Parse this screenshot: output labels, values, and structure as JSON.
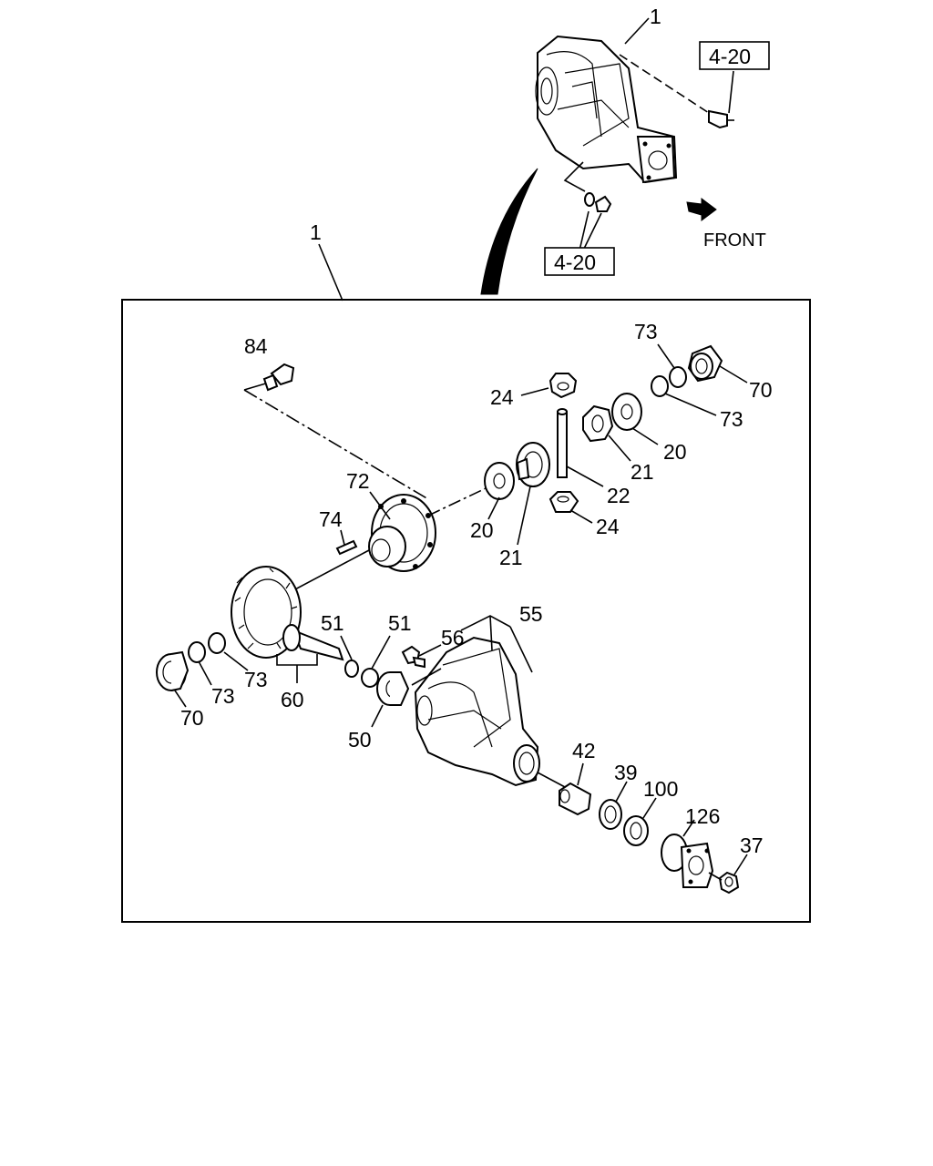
{
  "reference_boxes": {
    "top_right": "4-20",
    "bottom": "4-20"
  },
  "direction_label": "FRONT",
  "callouts": {
    "assembly_top": "1",
    "assembly_box": "1",
    "bolt_84": "84",
    "retainer_72": "72",
    "pin_74": "74",
    "pinion_gear_24_top": "24",
    "pinion_gear_24_bottom": "24",
    "washer_73_top": "73",
    "washer_73_top_2": "73",
    "bearing_70_right": "70",
    "thrust_washer_20_right": "20",
    "side_gear_21_right": "21",
    "shaft_22": "22",
    "thrust_washer_20_left": "20",
    "side_gear_21_left": "21",
    "shim_51_a": "51",
    "shim_51_b": "51",
    "bolt_56": "56",
    "carrier_55": "55",
    "washer_73_left": "73",
    "washer_73_left_2": "73",
    "gear_set_60": "60",
    "bearing_70_left": "70",
    "bearing_50": "50",
    "spacer_42": "42",
    "bearing_39": "39",
    "seal_100": "100",
    "flange_126": "126",
    "nut_37": "37"
  }
}
